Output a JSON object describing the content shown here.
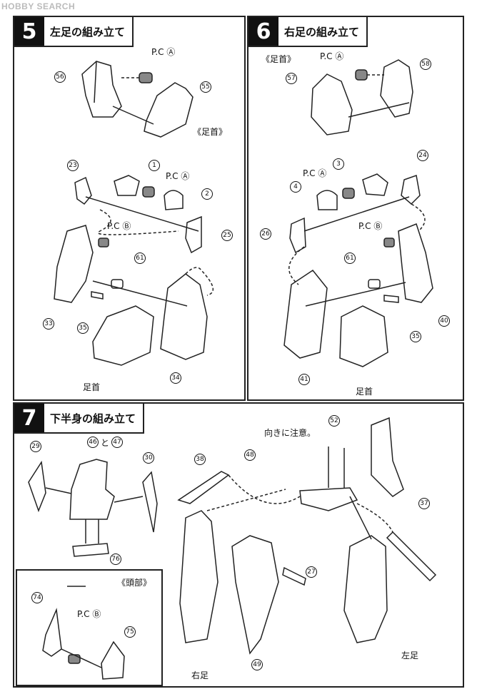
{
  "watermark": "HOBBY SEARCH",
  "steps": [
    {
      "number": "5",
      "title": "左足の組み立て"
    },
    {
      "number": "6",
      "title": "右足の組み立て"
    },
    {
      "number": "7",
      "title": "下半身の組み立て"
    }
  ],
  "labels": {
    "pc_a": "P.C Ⓐ",
    "pc_b": "P.C Ⓑ",
    "ankle_bracket": "《足首》",
    "ankle": "足首",
    "head_bracket": "《頭部》",
    "orientation_note": "向きに注意。",
    "right_leg": "右足",
    "left_leg": "左足",
    "and": "と"
  },
  "parts": {
    "p1": "1",
    "p2": "2",
    "p3": "3",
    "p4": "4",
    "p23": "23",
    "p24": "24",
    "p25": "25",
    "p26": "26",
    "p27": "27",
    "p29": "29",
    "p30": "30",
    "p33": "33",
    "p34": "34",
    "p35": "35",
    "p35b": "35",
    "p37": "37",
    "p38": "38",
    "p40": "40",
    "p41": "41",
    "p46": "46",
    "p47": "47",
    "p48": "48",
    "p49": "49",
    "p52": "52",
    "p55": "55",
    "p56": "56",
    "p57": "57",
    "p58": "58",
    "p61": "61",
    "p61b": "61",
    "p74": "74",
    "p75": "75",
    "p76": "76"
  },
  "colors": {
    "line": "#222222",
    "accent": "#111111",
    "background": "#ffffff"
  }
}
